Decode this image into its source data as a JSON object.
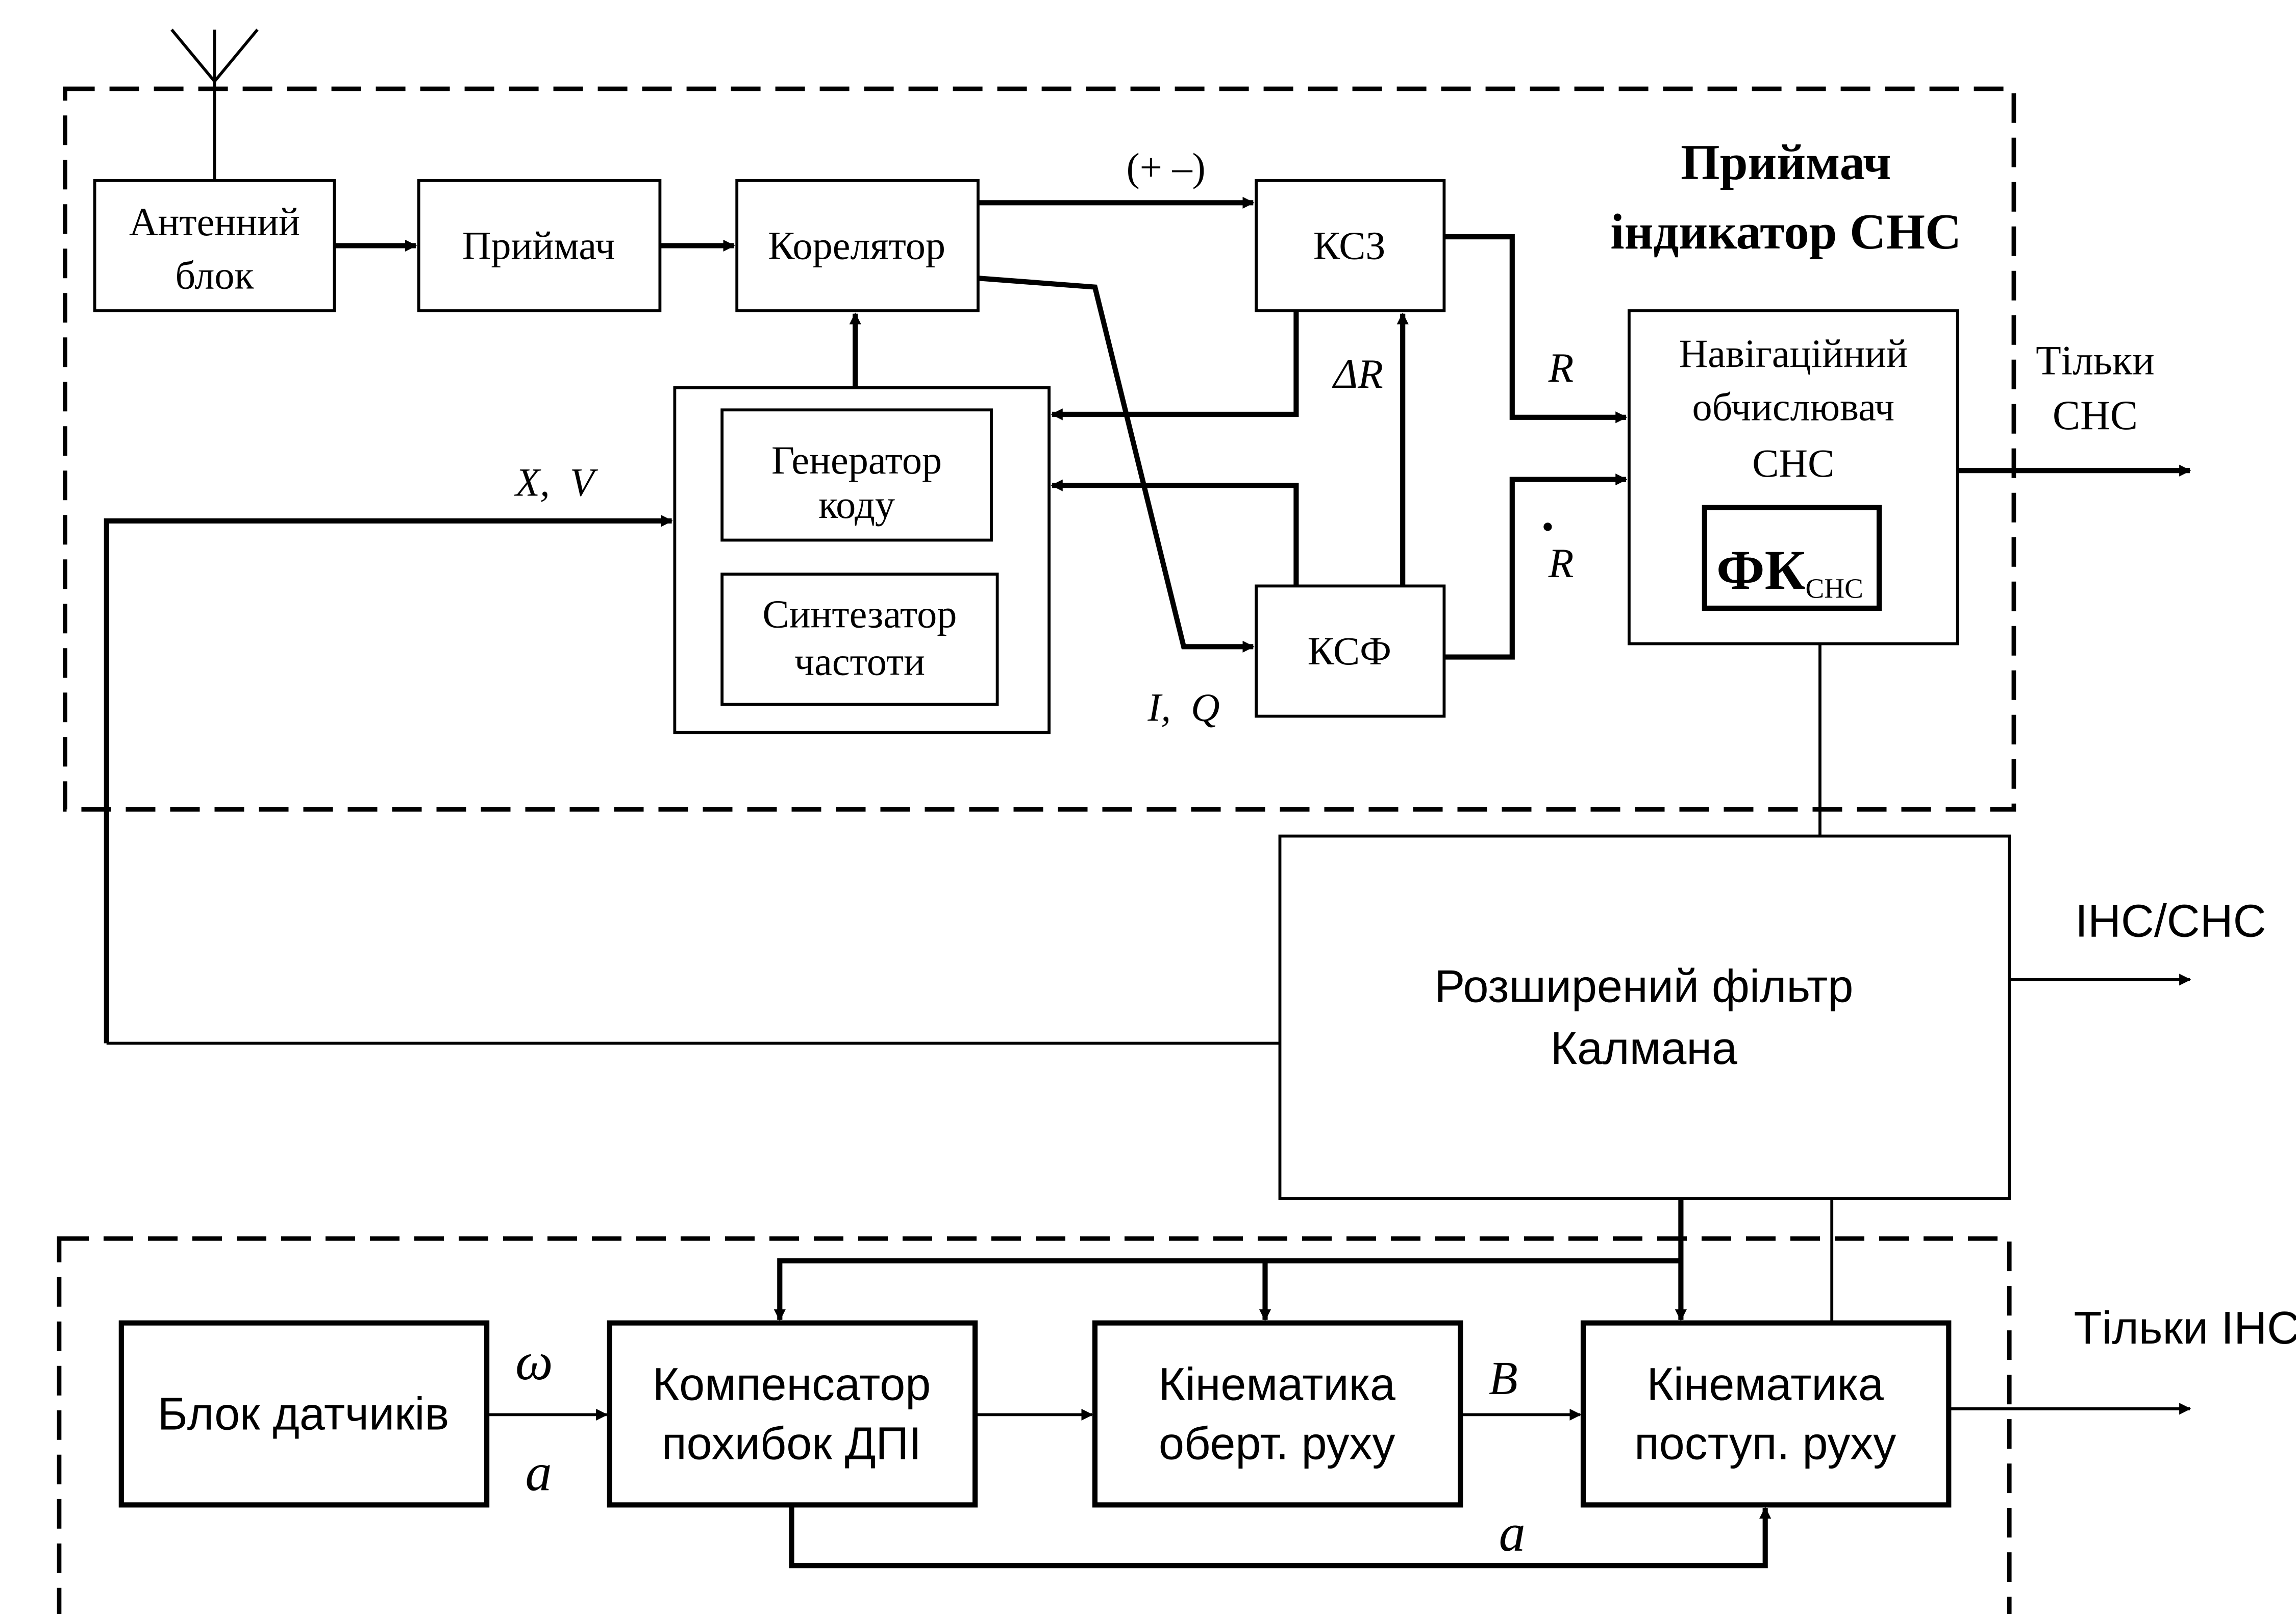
{
  "receiver_group": {
    "title_line1": "Приймач",
    "title_line2": "індикатор СНС"
  },
  "blocks": {
    "antenna_line1": "Антенний",
    "antenna_line2": "блок",
    "receiver": "Приймач",
    "correlator": "Корелятор",
    "ksz": "КСЗ",
    "ksf": "КСФ",
    "code_gen_line1": "Генератор",
    "code_gen_line2": "коду",
    "synth_line1": "Синтезатор",
    "synth_line2": "частоти",
    "nav_line1": "Навігаційний",
    "nav_line2": "обчислювач",
    "nav_line3": "СНС",
    "fk_main": "ФК",
    "fk_sub": "СНС",
    "ekf_line1": "Розширений фільтр",
    "ekf_line2": "Калмана",
    "sensors": "Блок датчиків",
    "comp_line1": "Компенсатор",
    "comp_line2": "похибок ДПІ",
    "rot_line1": "Кінематика",
    "rot_line2": "оберт. руху",
    "trans_line1": "Кінематика",
    "trans_line2": "поступ. руху"
  },
  "signals": {
    "plus_minus": "(+ –)",
    "delta_r": "ΔR",
    "r": "R",
    "r_dot": "R",
    "xv": "X,  V",
    "iq": "I,  Q",
    "omega": "ω",
    "a_in": "a",
    "b": "B",
    "a_bottom": "a"
  },
  "outputs": {
    "gnss_only_line1": "Тільки",
    "gnss_only_line2": "СНС",
    "ins_gnss": "ІНС/СНС",
    "ins_only": "Тільки ІНС"
  }
}
